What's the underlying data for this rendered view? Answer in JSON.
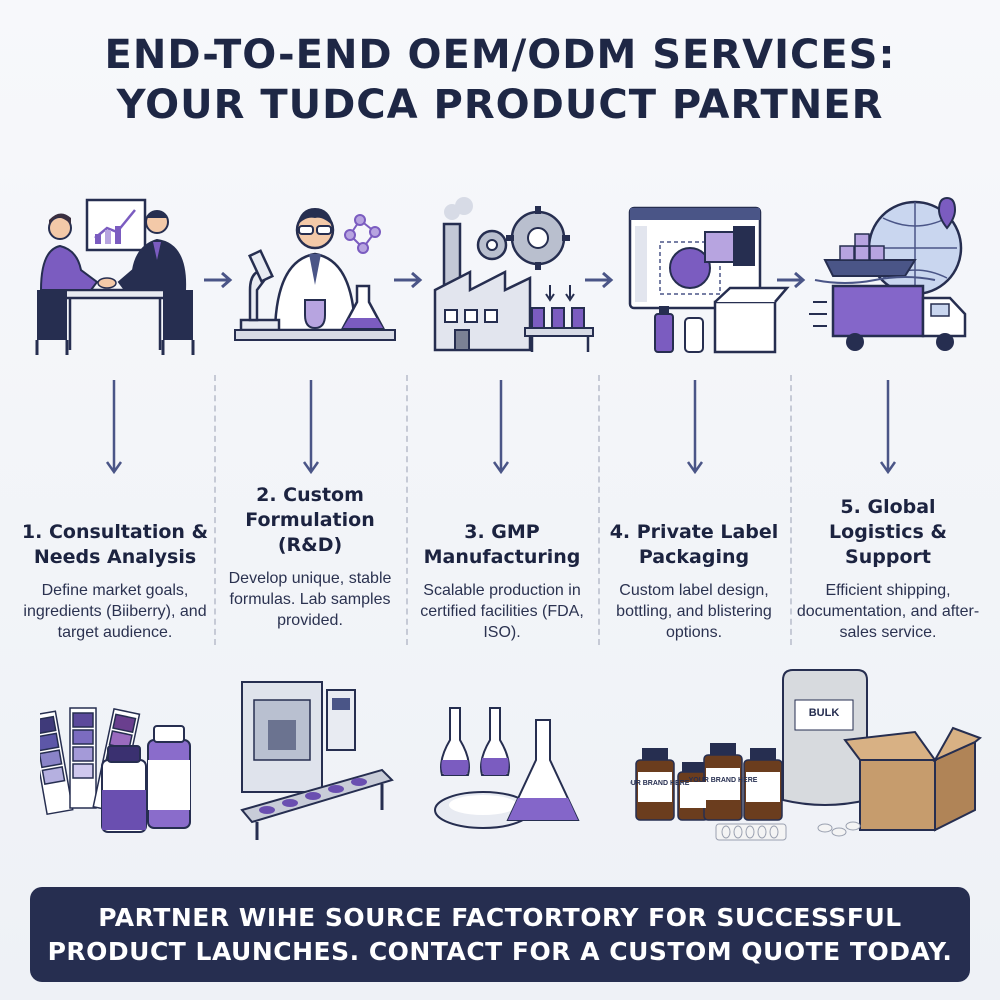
{
  "title": {
    "line1": "END-TO-END OEM/ODM SERVICES:",
    "line2": "YOUR TUDCA PRODUCT PARTNER"
  },
  "steps": [
    {
      "title": "1. Consultation & Needs Analysis",
      "desc": "Define market goals, ingredients (Biiberry), and target audience.",
      "icon": "meeting-handshake-icon",
      "bottom": "color-swatches-bottles"
    },
    {
      "title": "2. Custom Formulation (R&D)",
      "desc": "Develop unique, stable formulas. Lab samples provided.",
      "icon": "scientist-lab-icon",
      "bottom": "production-machine-conveyor"
    },
    {
      "title": "3. GMP Manufacturing",
      "desc": "Scalable production in certified facilities (FDA, ISO).",
      "icon": "factory-gears-icon",
      "bottom": "flasks-powder-dish"
    },
    {
      "title": "4. Private Label Packaging",
      "desc": "Custom label design, bottling, and blistering options.",
      "icon": "label-design-monitor-icon",
      "bottom": "branded-bottles-capsules"
    },
    {
      "title": "5. Global Logistics & Support",
      "desc": "Efficient shipping, documentation, and after-sales service.",
      "icon": "globe-ship-truck-icon",
      "bottom": "bulk-bag-cardboard-box"
    }
  ],
  "bottom_labels": {
    "bottle_label": "YOUR BRAND HERE",
    "bulk_label": "BULK"
  },
  "colors": {
    "navy": "#262e50",
    "purple": "#7b5cc0",
    "lavender": "#b7a4e0",
    "arrow": "#4a5587"
  },
  "banner": {
    "line1": "PARTNER WIHE SOURCE FACTORTORY FOR SUCCESSFUL",
    "line2": "PRODUCT LAUNCHES. CONTACT FOR A CUSTOM QUOTE TODAY."
  }
}
